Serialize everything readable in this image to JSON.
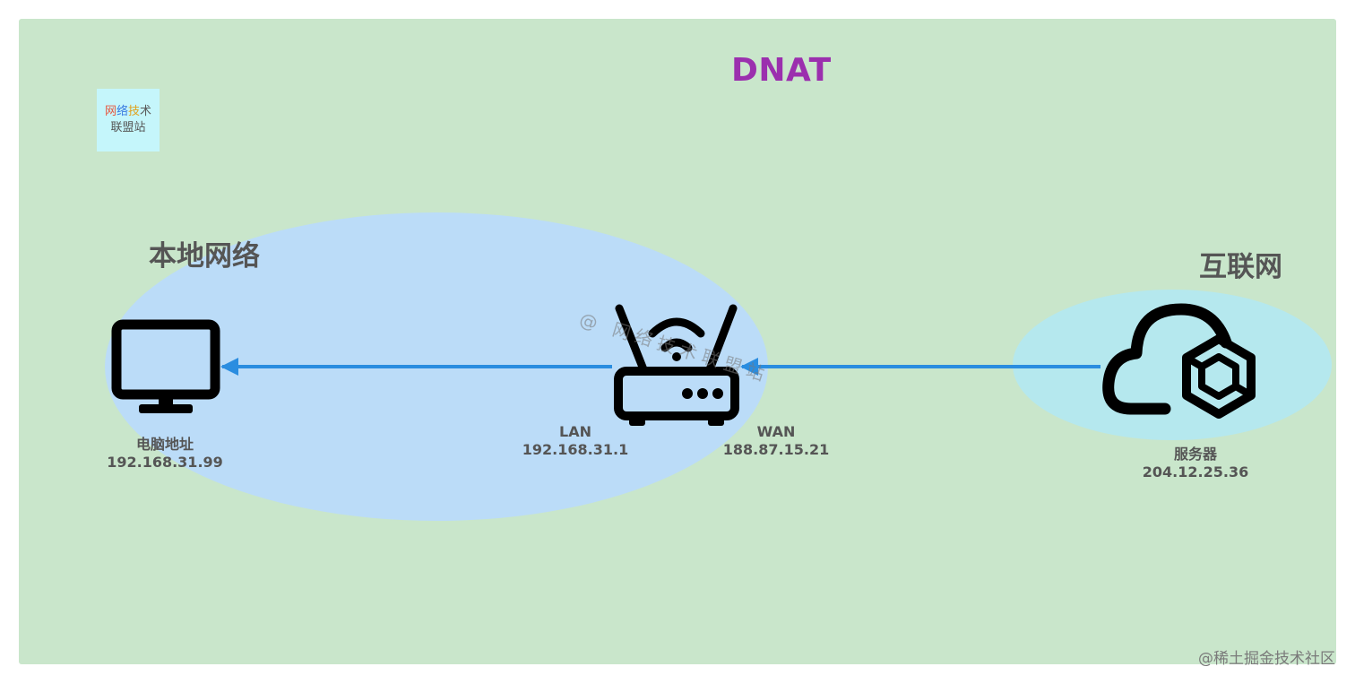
{
  "title": "DNAT",
  "logo": {
    "line1": [
      "网",
      "络",
      "技",
      "术"
    ],
    "line2": "联盟站"
  },
  "zones": {
    "local": "本地网络",
    "internet": "互联网"
  },
  "nodes": {
    "pc": {
      "name": "电脑地址",
      "ip": "192.168.31.99",
      "icon": "monitor-icon"
    },
    "router": {
      "lan_label": "LAN",
      "lan_ip": "192.168.31.1",
      "wan_label": "WAN",
      "wan_ip": "188.87.15.21",
      "icon": "router-icon"
    },
    "server": {
      "name": "服务器",
      "ip": "204.12.25.36",
      "icon": "cloud-server-icon"
    }
  },
  "watermark": "@ 网络技术联盟站",
  "footer": "@稀土掘金技术社区",
  "colors": {
    "background": "#c9e6cb",
    "local_zone": "#bbdcf8",
    "internet_zone": "#b5e8ee",
    "arrow": "#2a8de0",
    "title": "#9b2fae",
    "label": "#555555"
  }
}
